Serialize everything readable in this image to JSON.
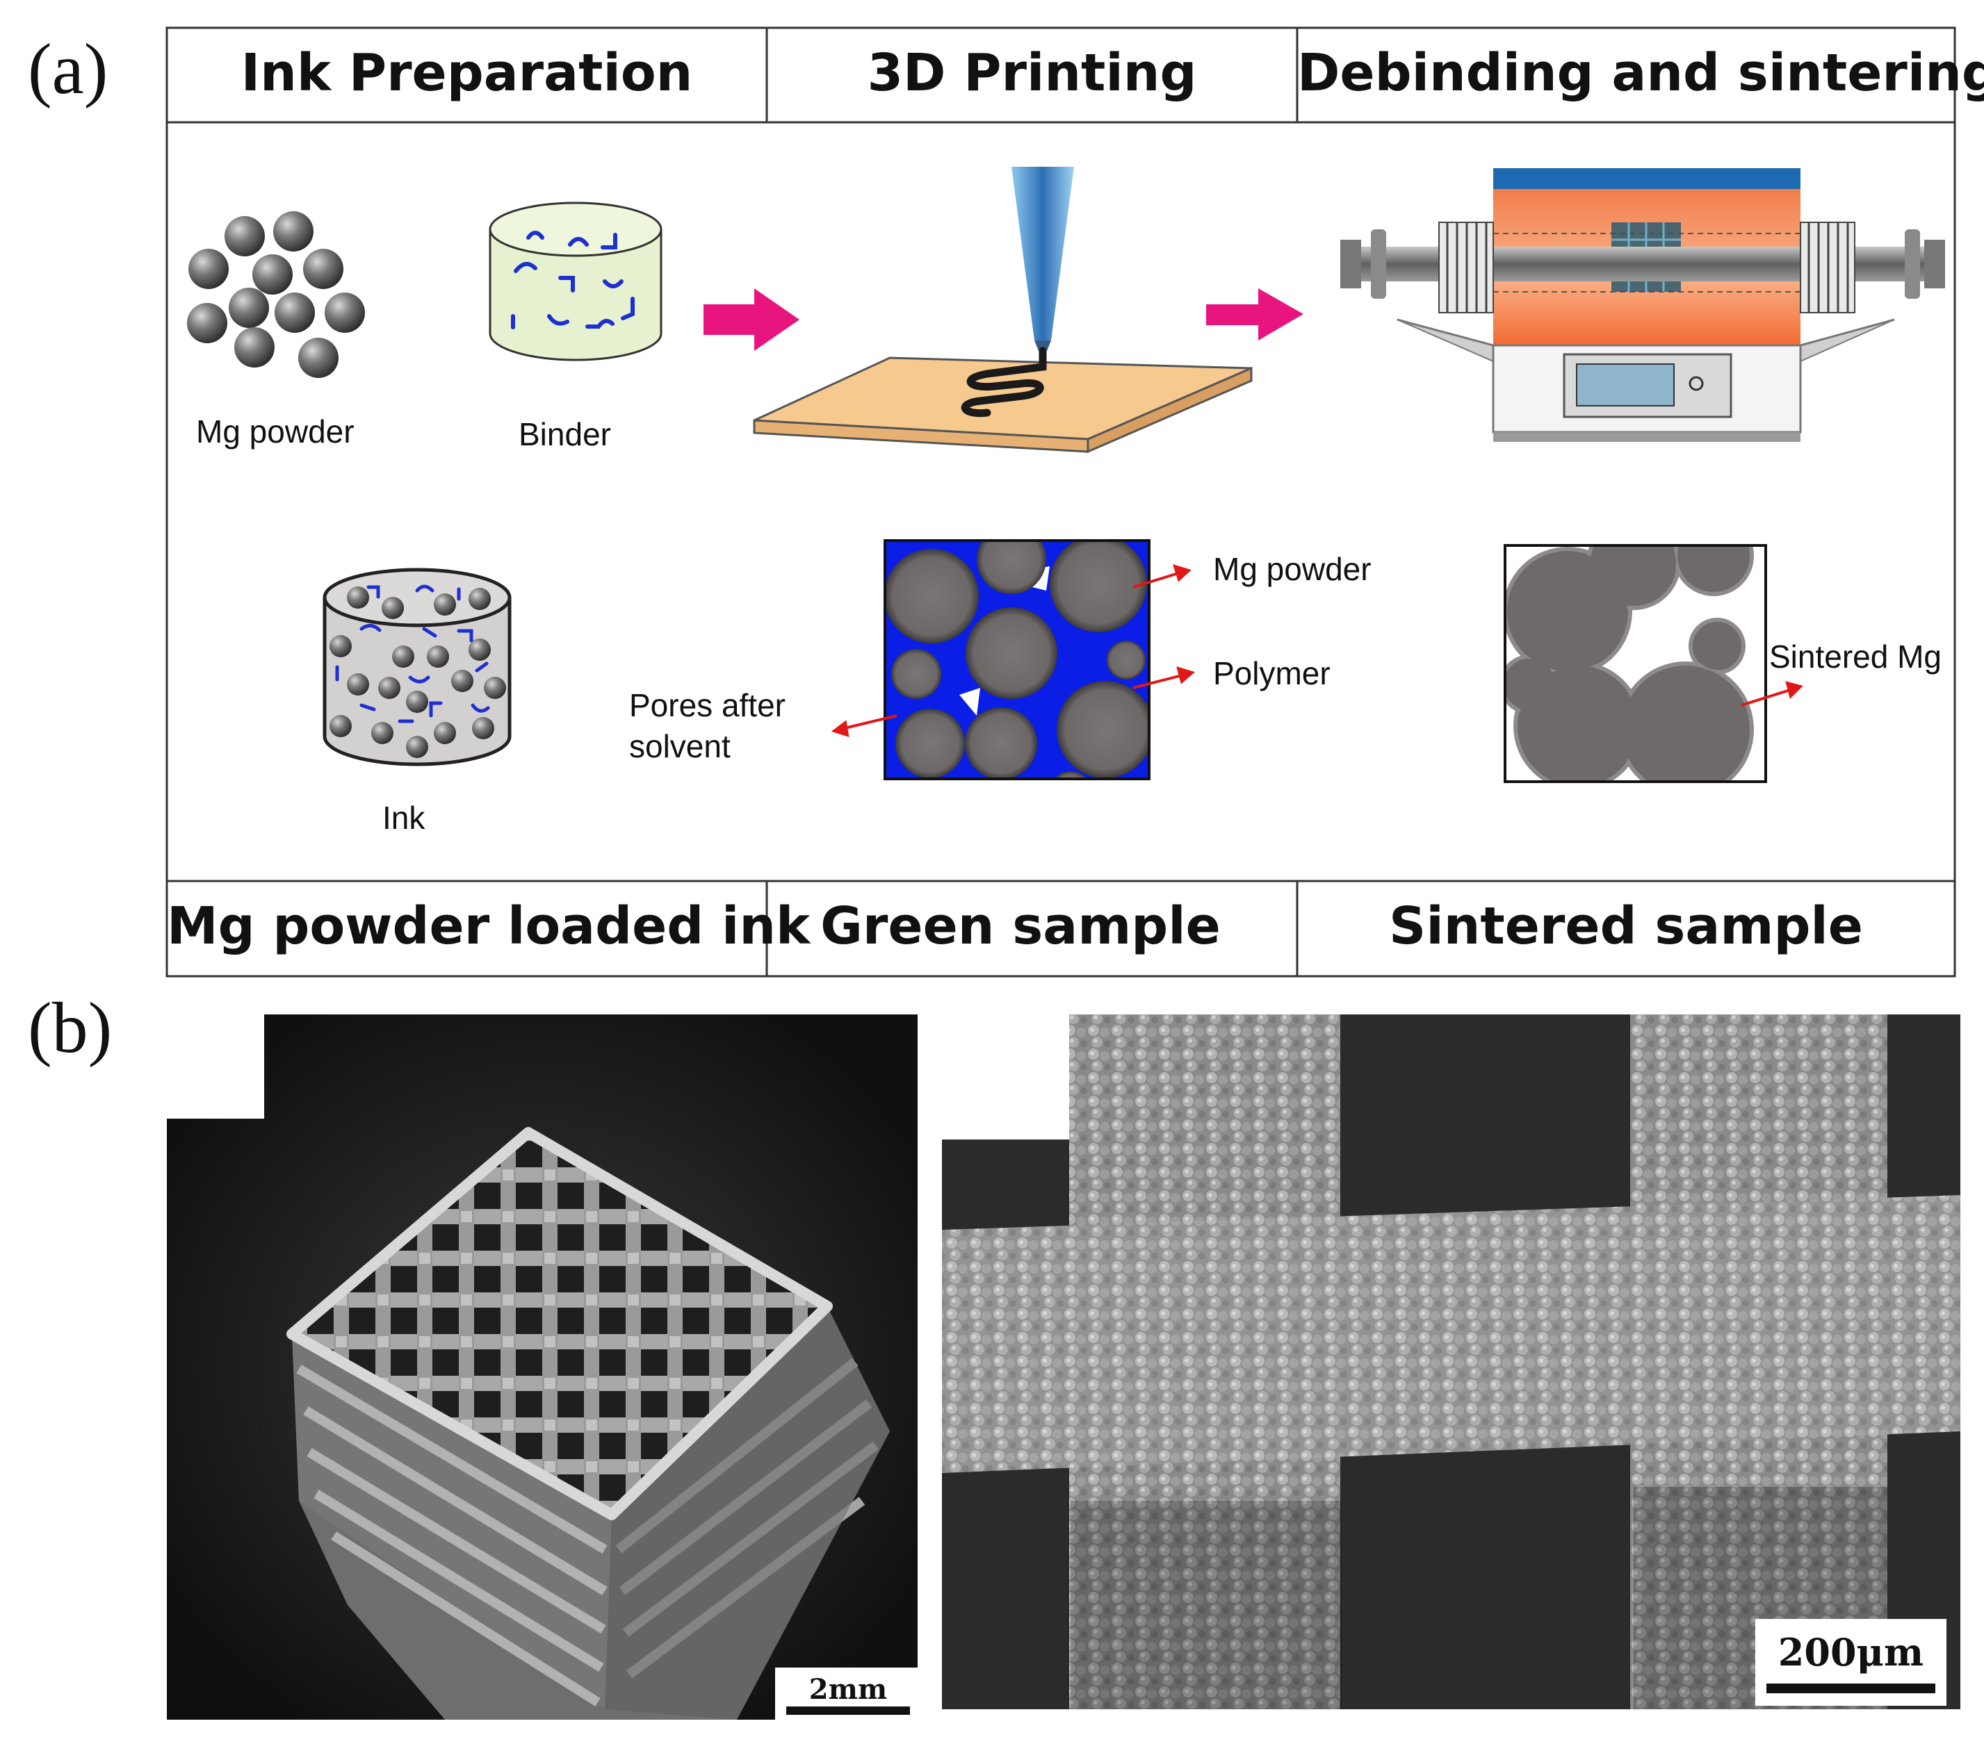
{
  "panel_labels": {
    "a": "(a)",
    "b": "(b)"
  },
  "headers": {
    "top": [
      "Ink Preparation",
      "3D Printing",
      "Debinding and sintering"
    ],
    "bottom": [
      "Mg powder loaded ink",
      "Green sample",
      "Sintered sample"
    ]
  },
  "labels": {
    "mg_powder": "Mg powder",
    "binder": "Binder",
    "ink": "Ink",
    "pores_line1": "Pores after",
    "pores_line2": "solvent",
    "green_mg_powder": "Mg powder",
    "polymer": "Polymer",
    "sintered_mg": "Sintered Mg"
  },
  "scale_bars": {
    "left": "2mm",
    "right": "200μm"
  },
  "colors": {
    "arrow_pink": "#e8157f",
    "polymer_blue": "#0a1ee6",
    "red_arrow": "#e01818",
    "binder_fill": "#e6f2cf",
    "plate": "#f6c98e",
    "furnace_top": "#1d6ab3"
  }
}
